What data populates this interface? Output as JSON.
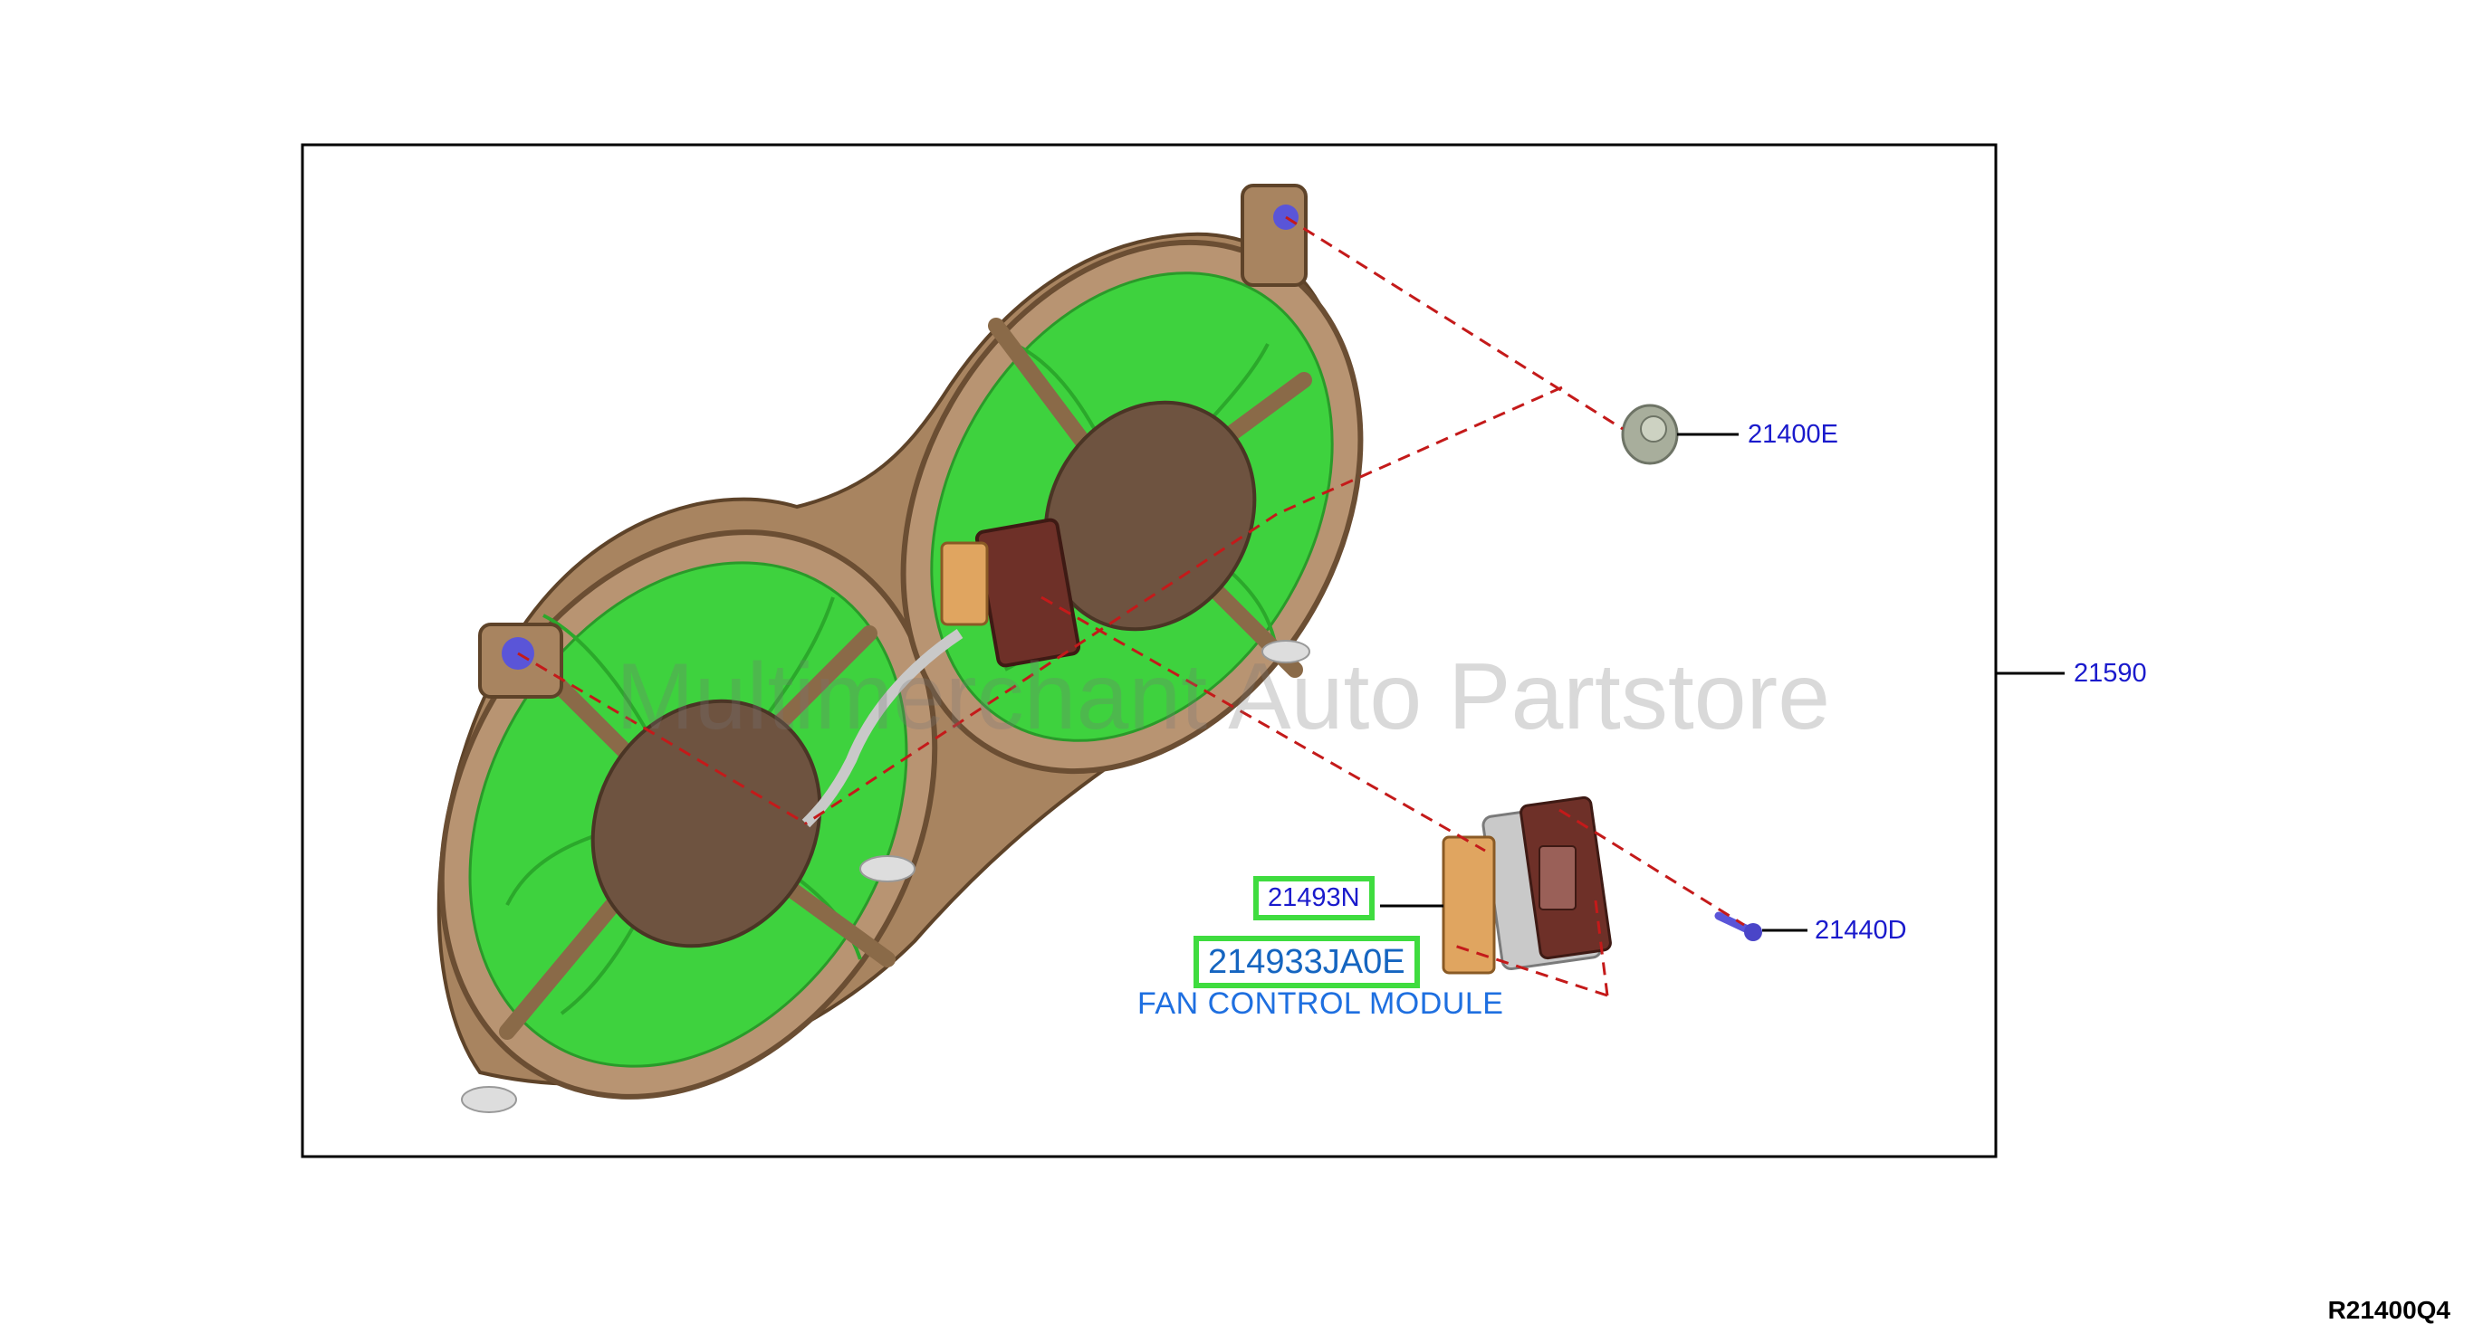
{
  "diagram": {
    "callouts": {
      "grommet": "21400E",
      "assembly": "21590",
      "connector": "21493N",
      "bolt": "21440D",
      "module_part": "214933JA0E",
      "module_desc": "FAN CONTROL MODULE"
    },
    "watermark": "Multimerchant Auto Partstore",
    "reference": "R21400Q4"
  },
  "colors": {
    "shroud": "#a88460",
    "shroud_dark": "#7d5c3d",
    "fan_blade": "#3ed23e",
    "motor": "#6e5340",
    "leader_dashed": "#c41a1a",
    "highlight": "#3fdc3f",
    "part_text": "#1a1acc"
  }
}
